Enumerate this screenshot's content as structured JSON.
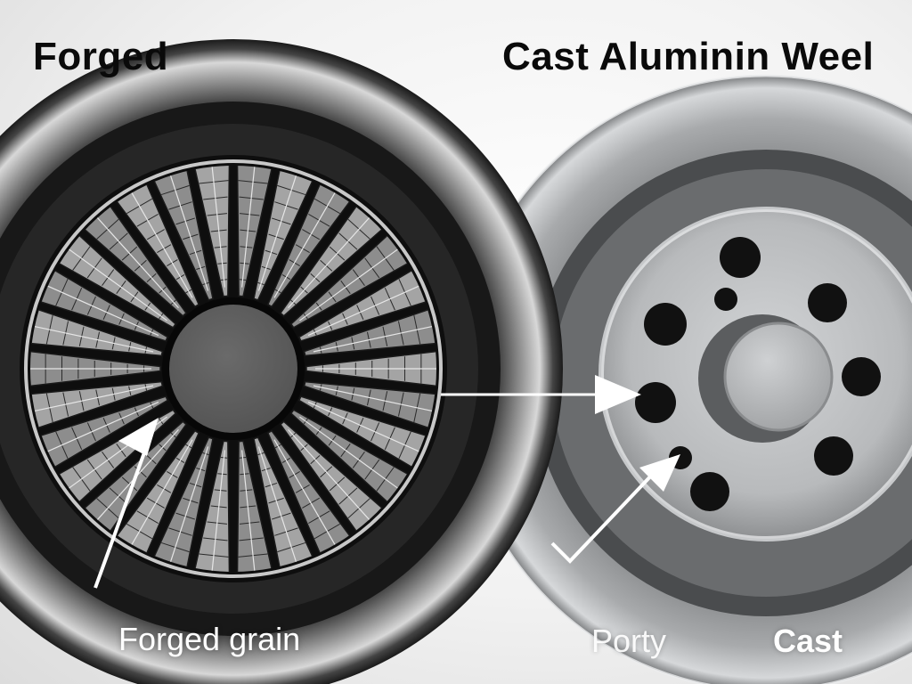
{
  "titles": {
    "left": "Forged",
    "right": "Cast Aluminin Weel"
  },
  "captions": {
    "forged_grain": "Forged grain",
    "porosity": "Porty",
    "cast": "Cast"
  },
  "subjects": [
    {
      "name": "forged-wheel",
      "description": "Dark forged wheel with radial grain pattern and solid grey center hub"
    },
    {
      "name": "cast-wheel",
      "description": "Silver cast aluminum wheel with bolt holes and raised center cap"
    }
  ],
  "annotations": [
    {
      "name": "arrow-grain-to-hole",
      "description": "White arrow from forged grain edge pointing to cast wheel bolt hole"
    },
    {
      "name": "arrow-forged-grain",
      "description": "White arrow pointing up into forged grain from bottom-left"
    },
    {
      "name": "arrow-porosity",
      "description": "White check-shaped arrow pointing to small cast wheel hole"
    }
  ],
  "colors": {
    "background": "#f4f4f4",
    "forged_dark": "#141414",
    "cast_silver": "#b9bcbf",
    "arrow": "#ffffff",
    "title_text": "#0a0a0a"
  }
}
